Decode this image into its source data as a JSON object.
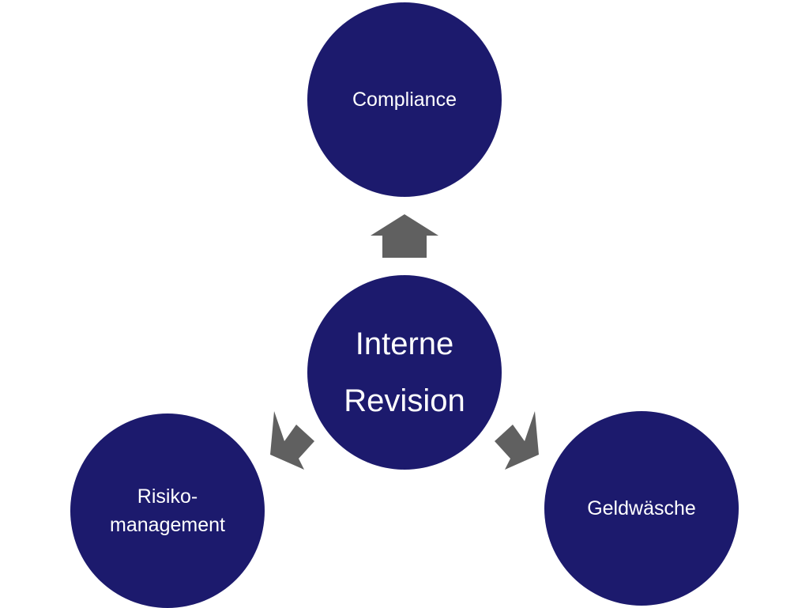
{
  "colors": {
    "node_fill": "#1c1a6d",
    "arrow_fill": "#606060",
    "text": "#ffffff"
  },
  "nodes": {
    "center": {
      "line1": "Interne",
      "line2": "Revision"
    },
    "top": {
      "label": "Compliance"
    },
    "left": {
      "line1": "Risiko-",
      "line2": "management"
    },
    "right": {
      "label": "Geldwäsche"
    }
  }
}
